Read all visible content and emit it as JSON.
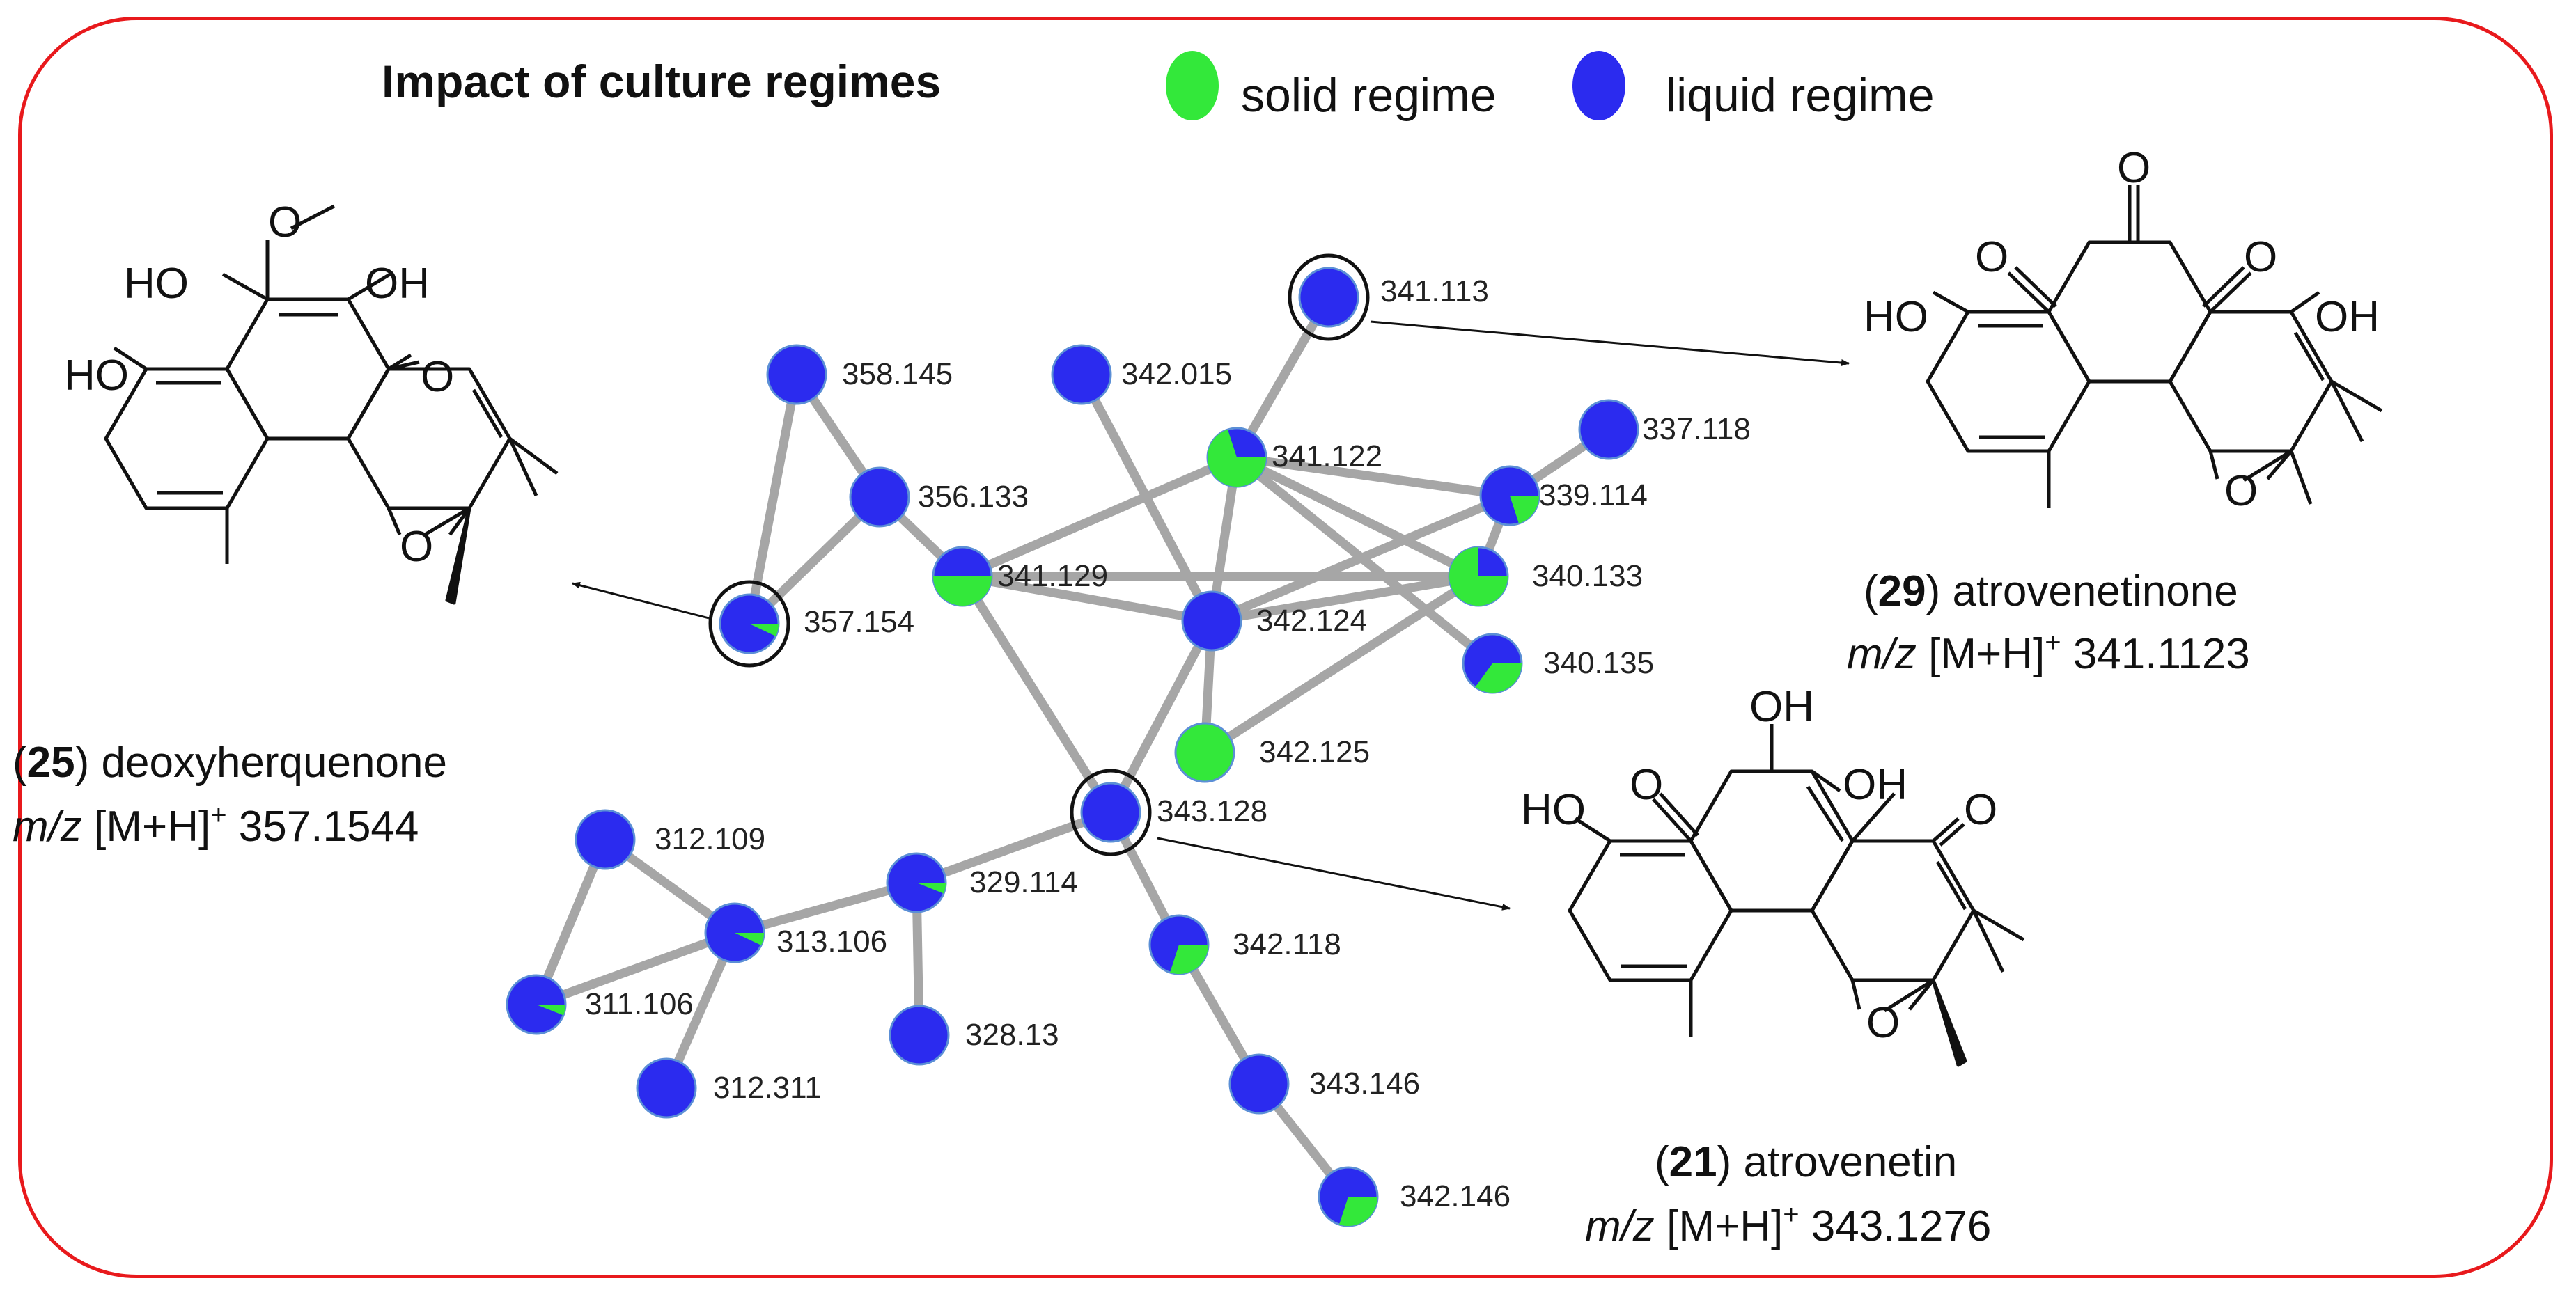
{
  "title": "Impact of culture regimes",
  "legend": [
    {
      "label": "solid regime",
      "color": "#33e83a"
    },
    {
      "label": "liquid regime",
      "color": "#2b2bef"
    }
  ],
  "colors": {
    "solid": "#33e83a",
    "liquid": "#2b2bef",
    "edge": "#a6a6a6",
    "frame": "#e8191c"
  },
  "network": {
    "nodes": [
      {
        "id": "341.113",
        "label": "341.113",
        "solid_fraction": 0.0,
        "highlighted": true
      },
      {
        "id": "358.145",
        "label": "358.145",
        "solid_fraction": 0.0
      },
      {
        "id": "342.015",
        "label": "342.015",
        "solid_fraction": 0.0
      },
      {
        "id": "337.118",
        "label": "337.118",
        "solid_fraction": 0.0
      },
      {
        "id": "341.122",
        "label": "341.122",
        "solid_fraction": 0.7
      },
      {
        "id": "356.133",
        "label": "356.133",
        "solid_fraction": 0.0
      },
      {
        "id": "339.114",
        "label": "339.114",
        "solid_fraction": 0.2
      },
      {
        "id": "341.129",
        "label": "341.129",
        "solid_fraction": 0.5
      },
      {
        "id": "340.133",
        "label": "340.133",
        "solid_fraction": 0.75
      },
      {
        "id": "357.154",
        "label": "357.154",
        "solid_fraction": 0.07,
        "highlighted": true
      },
      {
        "id": "342.124",
        "label": "342.124",
        "solid_fraction": 0.0
      },
      {
        "id": "340.135",
        "label": "340.135",
        "solid_fraction": 0.35
      },
      {
        "id": "342.125",
        "label": "342.125",
        "solid_fraction": 1.0
      },
      {
        "id": "343.128",
        "label": "343.128",
        "solid_fraction": 0.0,
        "highlighted": true
      },
      {
        "id": "312.109",
        "label": "312.109",
        "solid_fraction": 0.0
      },
      {
        "id": "329.114",
        "label": "329.114",
        "solid_fraction": 0.06
      },
      {
        "id": "313.106",
        "label": "313.106",
        "solid_fraction": 0.07
      },
      {
        "id": "342.118",
        "label": "342.118",
        "solid_fraction": 0.3
      },
      {
        "id": "311.106",
        "label": "311.106",
        "solid_fraction": 0.06
      },
      {
        "id": "328.13",
        "label": "328.13",
        "solid_fraction": 0.0
      },
      {
        "id": "312.311",
        "label": "312.311",
        "solid_fraction": 0.0
      },
      {
        "id": "343.146",
        "label": "343.146",
        "solid_fraction": 0.0
      },
      {
        "id": "342.146",
        "label": "342.146",
        "solid_fraction": 0.3
      }
    ],
    "edges": [
      [
        "358.145",
        "356.133"
      ],
      [
        "358.145",
        "357.154"
      ],
      [
        "356.133",
        "357.154"
      ],
      [
        "356.133",
        "341.129"
      ],
      [
        "341.113",
        "341.122"
      ],
      [
        "342.015",
        "342.124"
      ],
      [
        "341.122",
        "341.129"
      ],
      [
        "341.122",
        "342.124"
      ],
      [
        "341.122",
        "339.114"
      ],
      [
        "341.122",
        "340.133"
      ],
      [
        "341.122",
        "340.135"
      ],
      [
        "337.118",
        "339.114"
      ],
      [
        "341.129",
        "342.124"
      ],
      [
        "341.129",
        "340.133"
      ],
      [
        "341.129",
        "343.128"
      ],
      [
        "342.124",
        "340.133"
      ],
      [
        "342.124",
        "339.114"
      ],
      [
        "342.124",
        "343.128"
      ],
      [
        "342.124",
        "342.125"
      ],
      [
        "339.114",
        "340.133"
      ],
      [
        "340.133",
        "342.125"
      ],
      [
        "343.128",
        "329.114"
      ],
      [
        "343.128",
        "342.118"
      ],
      [
        "329.114",
        "313.106"
      ],
      [
        "329.114",
        "328.13"
      ],
      [
        "313.106",
        "312.109"
      ],
      [
        "313.106",
        "311.106"
      ],
      [
        "313.106",
        "312.311"
      ],
      [
        "312.109",
        "311.106"
      ],
      [
        "342.118",
        "343.146"
      ],
      [
        "343.146",
        "342.146"
      ]
    ]
  },
  "compounds": [
    {
      "number": "25",
      "name": "deoxyherquenone",
      "mz_prefix": "m/z",
      "ion": "[M+H]",
      "charge": "+",
      "mz_value": "357.1544",
      "atom_labels": {
        "ome": "O",
        "oh_left": "HO",
        "oh_right": "OH",
        "oh_low": "HO",
        "ketone": "O",
        "ring_o": "O"
      }
    },
    {
      "number": "29",
      "name": "atrovenetinone",
      "mz_prefix": "m/z",
      "ion": "[M+H]",
      "charge": "+",
      "mz_value": "341.1123",
      "atom_labels": {
        "o1": "O",
        "o2": "O",
        "o3": "O",
        "ho": "HO",
        "oh": "OH",
        "ring_o": "O"
      }
    },
    {
      "number": "21",
      "name": "atrovenetin",
      "mz_prefix": "m/z",
      "ion": "[M+H]",
      "charge": "+",
      "mz_value": "343.1276",
      "atom_labels": {
        "oh_top": "OH",
        "o_left": "O",
        "oh_right": "OH",
        "ho": "HO",
        "o_right": "O",
        "ring_o": "O"
      }
    }
  ]
}
